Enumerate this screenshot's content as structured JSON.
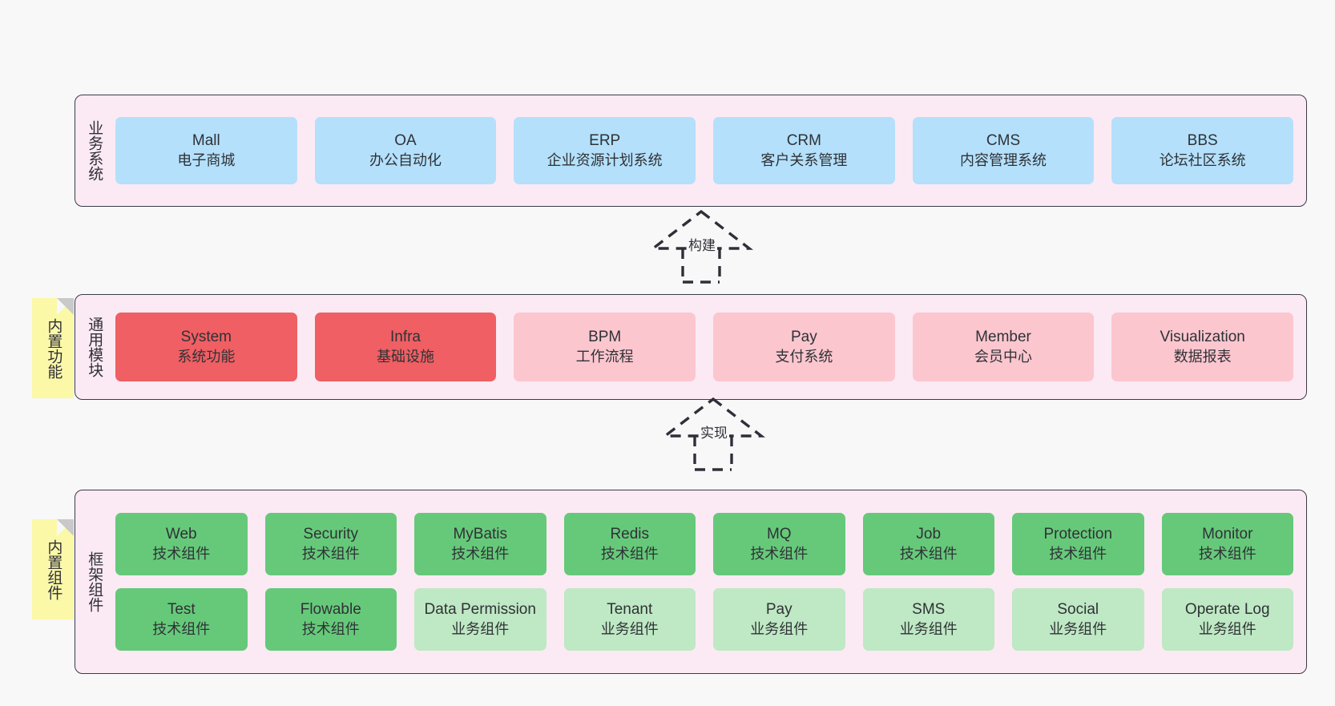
{
  "diagram": {
    "background_color": "#f8f8f8",
    "band_color": "#fbeaf4",
    "band_border_color": "#3b3b47",
    "sticky_color": "#fbf8a8"
  },
  "layers": [
    {
      "id": "business-system",
      "title": "业务系统",
      "card_color": "#b4e0fb",
      "cards": [
        {
          "en": "Mall",
          "cn": "电子商城"
        },
        {
          "en": "OA",
          "cn": "办公自动化"
        },
        {
          "en": "ERP",
          "cn": "企业资源计划系统"
        },
        {
          "en": "CRM",
          "cn": "客户关系管理"
        },
        {
          "en": "CMS",
          "cn": "内容管理系统"
        },
        {
          "en": "BBS",
          "cn": "论坛社区系统"
        }
      ]
    },
    {
      "id": "common-module",
      "title": "通用模块",
      "sticky": "内置功能",
      "cards": [
        {
          "en": "System",
          "cn": "系统功能",
          "color": "red"
        },
        {
          "en": "Infra",
          "cn": "基础设施",
          "color": "red"
        },
        {
          "en": "BPM",
          "cn": "工作流程",
          "color": "pink"
        },
        {
          "en": "Pay",
          "cn": "支付系统",
          "color": "pink"
        },
        {
          "en": "Member",
          "cn": "会员中心",
          "color": "pink"
        },
        {
          "en": "Visualization",
          "cn": "数据报表",
          "color": "pink"
        }
      ]
    },
    {
      "id": "framework-component",
      "title": "框架组件",
      "sticky": "内置组件",
      "row1": [
        {
          "en": "Web",
          "cn": "技术组件",
          "color": "green"
        },
        {
          "en": "Security",
          "cn": "技术组件",
          "color": "green"
        },
        {
          "en": "MyBatis",
          "cn": "技术组件",
          "color": "green"
        },
        {
          "en": "Redis",
          "cn": "技术组件",
          "color": "green"
        },
        {
          "en": "MQ",
          "cn": "技术组件",
          "color": "green"
        },
        {
          "en": "Job",
          "cn": "技术组件",
          "color": "green"
        },
        {
          "en": "Protection",
          "cn": "技术组件",
          "color": "green"
        },
        {
          "en": "Monitor",
          "cn": "技术组件",
          "color": "green"
        }
      ],
      "row2": [
        {
          "en": "Test",
          "cn": "技术组件",
          "color": "green"
        },
        {
          "en": "Flowable",
          "cn": "技术组件",
          "color": "green"
        },
        {
          "en": "Data Permission",
          "cn": "业务组件",
          "color": "lightgreen"
        },
        {
          "en": "Tenant",
          "cn": "业务组件",
          "color": "lightgreen"
        },
        {
          "en": "Pay",
          "cn": "业务组件",
          "color": "lightgreen"
        },
        {
          "en": "SMS",
          "cn": "业务组件",
          "color": "lightgreen"
        },
        {
          "en": "Social",
          "cn": "业务组件",
          "color": "lightgreen"
        },
        {
          "en": "Operate Log",
          "cn": "业务组件",
          "color": "lightgreen"
        }
      ]
    }
  ],
  "connectors": [
    {
      "id": "build",
      "label": "构建"
    },
    {
      "id": "implement",
      "label": "实现"
    }
  ]
}
